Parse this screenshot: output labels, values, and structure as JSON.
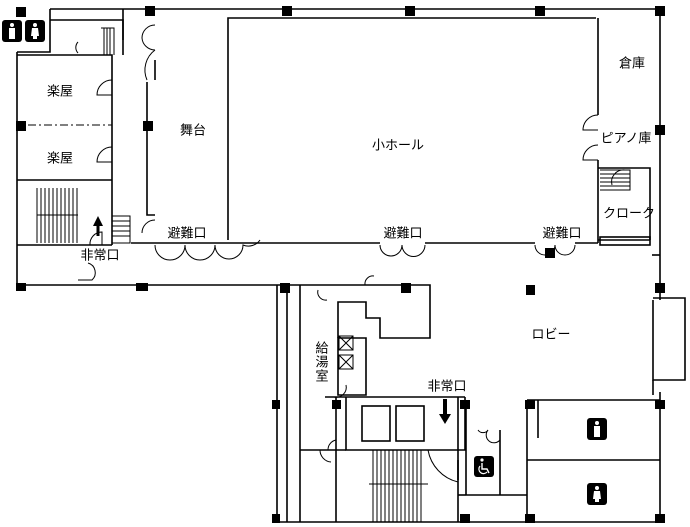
{
  "title": "Floor plan",
  "rooms": {
    "dressing_room_1": "楽屋",
    "dressing_room_2": "楽屋",
    "stage": "舞台",
    "small_hall": "小ホール",
    "storage": "倉庫",
    "piano_storage": "ピアノ庫",
    "cloakroom": "クローク",
    "lobby": "ロビー",
    "kitchenette": "給湯室"
  },
  "exits": {
    "evacuation_1": "避難口",
    "evacuation_2": "避難口",
    "evacuation_3": "避難口",
    "emergency_1": "非常口",
    "emergency_2": "非常口"
  },
  "icons": [
    "male-toilet-icon",
    "female-toilet-icon",
    "accessible-toilet-icon"
  ],
  "colors": {
    "line": "#000000",
    "background": "#ffffff"
  }
}
